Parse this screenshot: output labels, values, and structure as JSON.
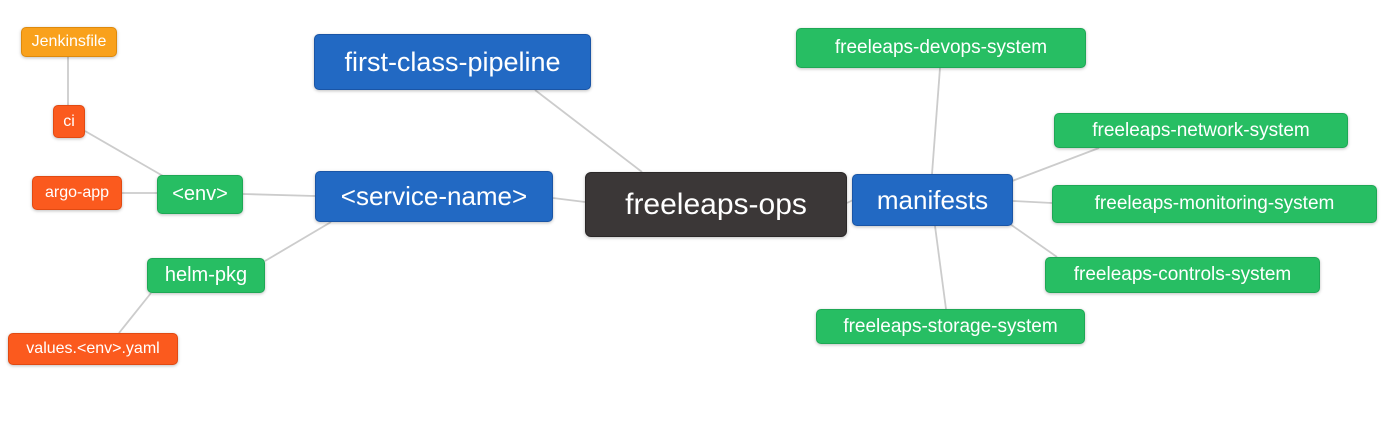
{
  "diagram": {
    "type": "mindmap",
    "background": "#FFFFFF",
    "edge_color": "#CCCCCC",
    "colors": {
      "root": "#3B3737",
      "primary": "#2269C3",
      "success": "#27BE63",
      "danger": "#FB5A1E",
      "warning": "#F9A11C",
      "text": "#FFFFFF"
    },
    "nodes": {
      "freeleaps_ops": {
        "label": "freeleaps-ops",
        "color": "root",
        "level": "root"
      },
      "first_class_pipeline": {
        "label": "first-class-pipeline",
        "color": "primary",
        "level": "1"
      },
      "service_name": {
        "label": "<service-name>",
        "color": "primary",
        "level": "1"
      },
      "manifests": {
        "label": "manifests",
        "color": "primary",
        "level": "1"
      },
      "env": {
        "label": "<env>",
        "color": "success",
        "level": "2"
      },
      "helm_pkg": {
        "label": "helm-pkg",
        "color": "success",
        "level": "2"
      },
      "ci": {
        "label": "ci",
        "color": "danger",
        "level": "3"
      },
      "argo_app": {
        "label": "argo-app",
        "color": "danger",
        "level": "3"
      },
      "values_env_yaml": {
        "label": "values.<env>.yaml",
        "color": "danger",
        "level": "3"
      },
      "jenkinsfile": {
        "label": "Jenkinsfile",
        "color": "warning",
        "level": "4"
      },
      "devops_system": {
        "label": "freeleaps-devops-system",
        "color": "success",
        "level": "2"
      },
      "network_system": {
        "label": "freeleaps-network-system",
        "color": "success",
        "level": "2"
      },
      "monitoring_system": {
        "label": "freeleaps-monitoring-system",
        "color": "success",
        "level": "2"
      },
      "controls_system": {
        "label": "freeleaps-controls-system",
        "color": "success",
        "level": "2"
      },
      "storage_system": {
        "label": "freeleaps-storage-system",
        "color": "success",
        "level": "2"
      }
    },
    "edges": [
      [
        "jenkinsfile",
        "ci"
      ],
      [
        "ci",
        "env"
      ],
      [
        "argo_app",
        "env"
      ],
      [
        "env",
        "service_name"
      ],
      [
        "service_name",
        "helm_pkg"
      ],
      [
        "helm_pkg",
        "values_env_yaml"
      ],
      [
        "first_class_pipeline",
        "freeleaps_ops"
      ],
      [
        "service_name",
        "freeleaps_ops"
      ],
      [
        "freeleaps_ops",
        "manifests"
      ],
      [
        "manifests",
        "devops_system"
      ],
      [
        "manifests",
        "network_system"
      ],
      [
        "manifests",
        "monitoring_system"
      ],
      [
        "manifests",
        "controls_system"
      ],
      [
        "manifests",
        "storage_system"
      ]
    ]
  }
}
